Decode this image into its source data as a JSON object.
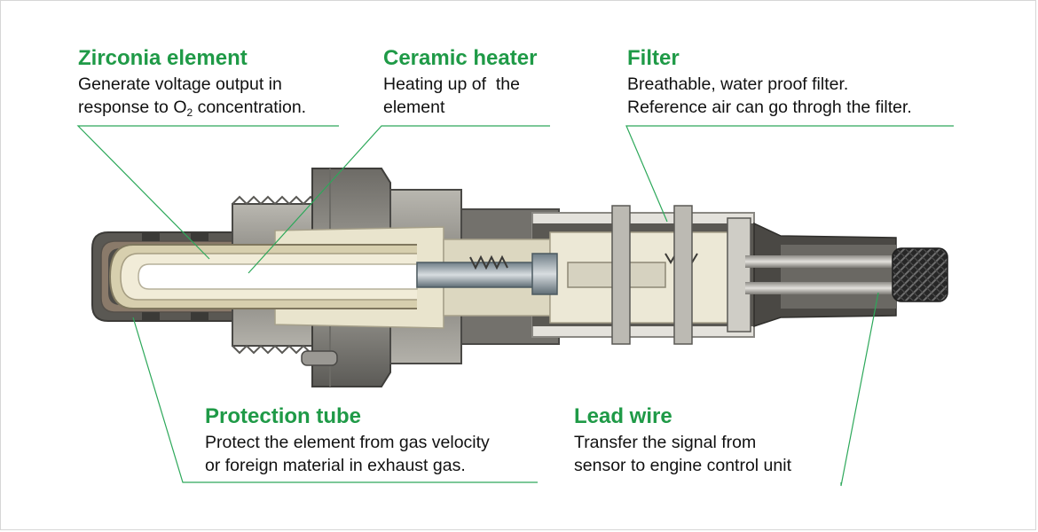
{
  "colors": {
    "title_green": "#1f9a47",
    "leader_line": "#2da85a",
    "body_text": "#111111",
    "metal_dark": "#4d4c49",
    "metal_mid": "#8e8c86",
    "metal_light": "#bfbdb6",
    "ceramic": "#e9e4cd",
    "cable": "#2b2b2b"
  },
  "callouts": {
    "zirconia": {
      "title": "Zirconia element",
      "line1": "Generate voltage output in",
      "line2_prefix": "response to O",
      "line2_sub": "2",
      "line2_suffix": " concentration."
    },
    "heater": {
      "title": "Ceramic heater",
      "line1": "Heating up of  the",
      "line2": "element"
    },
    "filter": {
      "title": "Filter",
      "line1": "Breathable, water proof filter.",
      "line2": "Reference air can go throgh the filter."
    },
    "protection": {
      "title": "Protection tube",
      "line1": "Protect the element from gas velocity",
      "line2": "or foreign material in exhaust gas."
    },
    "leadwire": {
      "title": "Lead wire",
      "line1": "Transfer the signal from",
      "line2": "sensor to engine control unit"
    }
  }
}
